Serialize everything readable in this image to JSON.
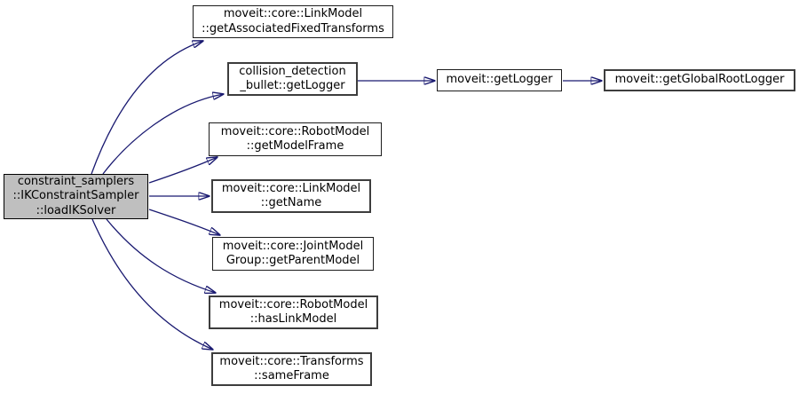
{
  "graph": {
    "type": "call-graph",
    "colors": {
      "background": "#ffffff",
      "edge": "#191970",
      "node_fill": "#ffffff",
      "node_border": "#1c1c1c",
      "highlight_fill": "#bfbfbf",
      "text": "#000000"
    },
    "nodes": [
      {
        "id": "load-ik-solver",
        "label": "constraint_samplers::IKConstraintSampler::loadIKSolver",
        "lines": [
          "constraint_samplers",
          "::IKConstraintSampler",
          "::loadIKSolver"
        ],
        "highlighted": true
      },
      {
        "id": "get-associated-fixed-transforms",
        "label": "moveit::core::LinkModel::getAssociatedFixedTransforms",
        "lines": [
          "moveit::core::LinkModel",
          "::getAssociatedFixedTransforms"
        ]
      },
      {
        "id": "collision-detection-bullet-get-logger",
        "label": "collision_detection_bullet::getLogger",
        "lines": [
          "collision_detection",
          "_bullet::getLogger"
        ]
      },
      {
        "id": "moveit-get-logger",
        "label": "moveit::getLogger",
        "lines": [
          "moveit::getLogger"
        ]
      },
      {
        "id": "moveit-get-global-root-logger",
        "label": "moveit::getGlobalRootLogger",
        "lines": [
          "moveit::getGlobalRootLogger"
        ]
      },
      {
        "id": "get-model-frame",
        "label": "moveit::core::RobotModel::getModelFrame",
        "lines": [
          "moveit::core::RobotModel",
          "::getModelFrame"
        ]
      },
      {
        "id": "get-name",
        "label": "moveit::core::LinkModel::getName",
        "lines": [
          "moveit::core::LinkModel",
          "::getName"
        ]
      },
      {
        "id": "get-parent-model",
        "label": "moveit::core::JointModelGroup::getParentModel",
        "lines": [
          "moveit::core::JointModel",
          "Group::getParentModel"
        ]
      },
      {
        "id": "has-link-model",
        "label": "moveit::core::RobotModel::hasLinkModel",
        "lines": [
          "moveit::core::RobotModel",
          "::hasLinkModel"
        ]
      },
      {
        "id": "same-frame",
        "label": "moveit::core::Transforms::sameFrame",
        "lines": [
          "moveit::core::Transforms",
          "::sameFrame"
        ]
      }
    ],
    "edges": [
      {
        "from": "load-ik-solver",
        "to": "get-associated-fixed-transforms"
      },
      {
        "from": "load-ik-solver",
        "to": "collision-detection-bullet-get-logger"
      },
      {
        "from": "load-ik-solver",
        "to": "get-model-frame"
      },
      {
        "from": "load-ik-solver",
        "to": "get-name"
      },
      {
        "from": "load-ik-solver",
        "to": "get-parent-model"
      },
      {
        "from": "load-ik-solver",
        "to": "has-link-model"
      },
      {
        "from": "load-ik-solver",
        "to": "same-frame"
      },
      {
        "from": "collision-detection-bullet-get-logger",
        "to": "moveit-get-logger"
      },
      {
        "from": "moveit-get-logger",
        "to": "moveit-get-global-root-logger"
      }
    ]
  }
}
